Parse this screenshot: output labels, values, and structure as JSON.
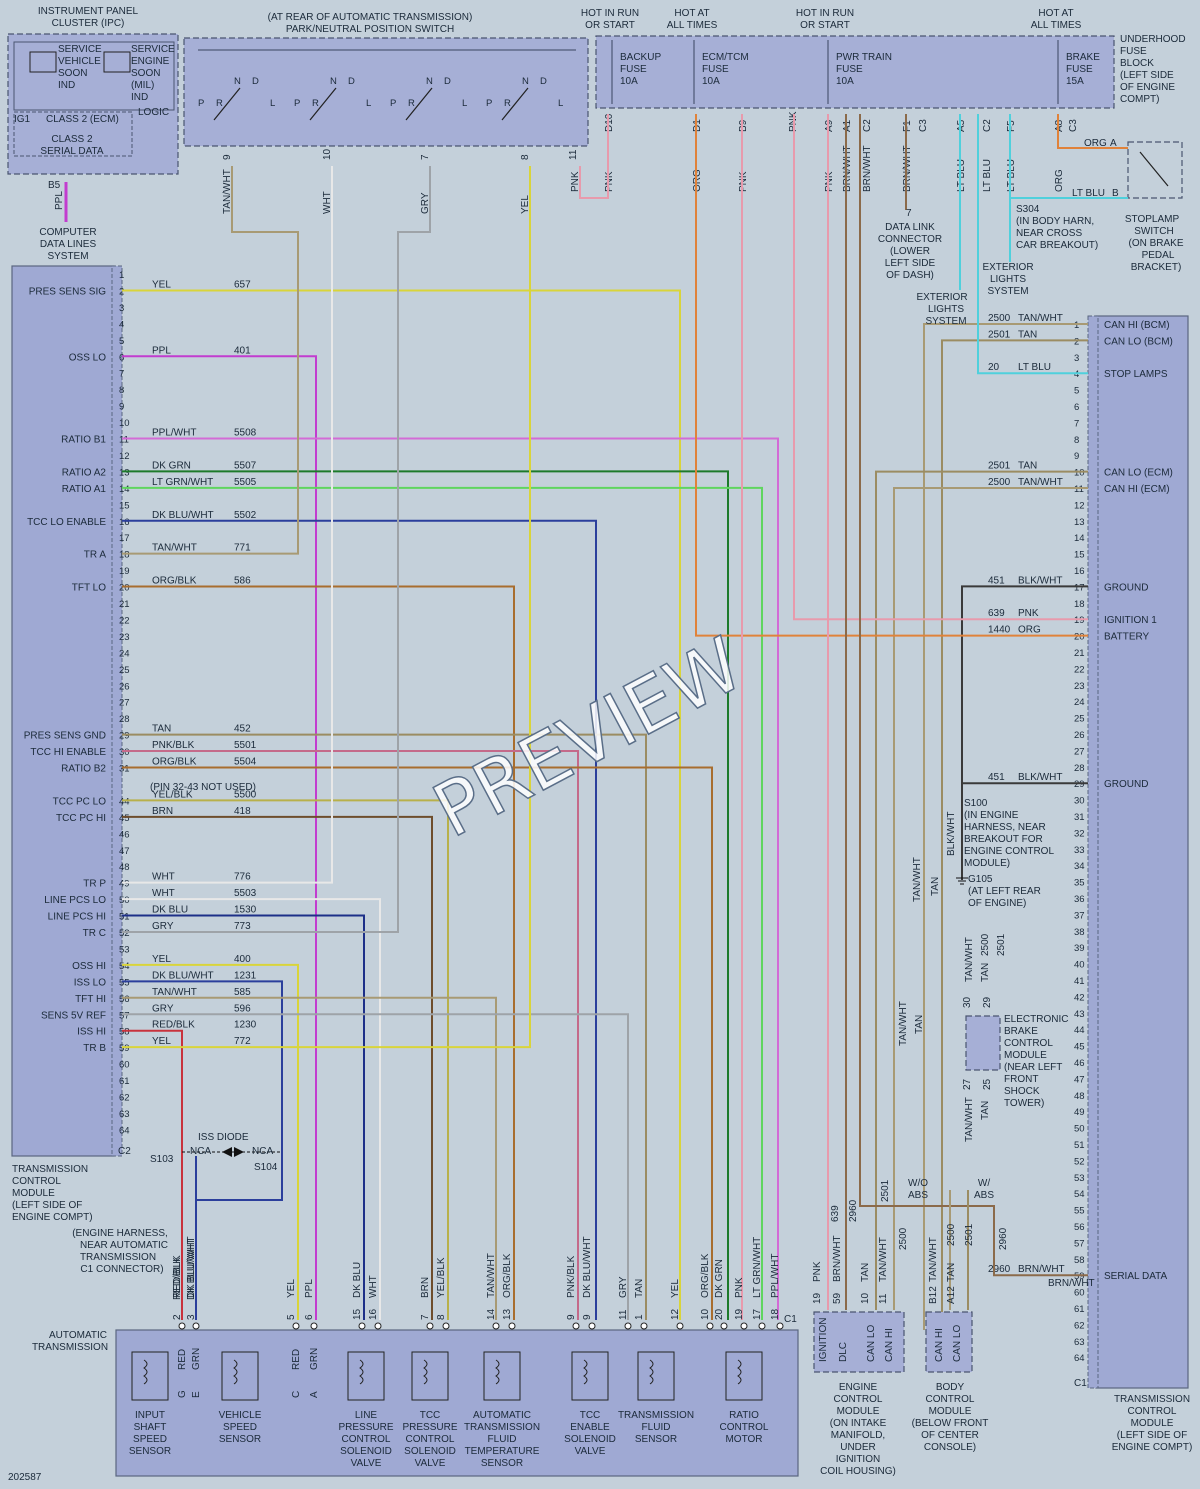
{
  "title": "202587",
  "colors": {
    "YEL": "#d9d43a",
    "PPL": "#c23ccf",
    "PPL/WHT": "#d36bd6",
    "DK GRN": "#1d7a2a",
    "LT GRN/WHT": "#5fd55f",
    "DK BLU/WHT": "#2b3f9c",
    "TAN/WHT": "#a89a74",
    "ORG/BLK": "#a86d2e",
    "TAN": "#9b8c62",
    "PNK/BLK": "#c46a8a",
    "ORG/BLK2": "#9e6a34",
    "YEL/BLK": "#b8b04a",
    "BRN": "#6e4d2c",
    "WHT": "#e8e8e8",
    "DK BLU": "#1d2f88",
    "GRY": "#9ea3a8",
    "RED/BLK": "#c8323c",
    "PNK": "#e89aac",
    "ORG": "#e0823a",
    "BRN/WHT": "#8b6a4a",
    "LT BLU": "#4fd0dc",
    "BLK/WHT": "#3a3a3a"
  },
  "headers": {
    "ipc": [
      "INSTRUMENT PANEL",
      "CLUSTER (IPC)"
    ],
    "ipc_service_vehicle": [
      "SERVICE",
      "VEHICLE",
      "SOON",
      "IND"
    ],
    "ipc_service_engine": [
      "SERVICE",
      "ENGINE",
      "SOON",
      "(MIL)",
      "IND"
    ],
    "ipc_logic": "LOGIC",
    "ipc_ig1": "IG1",
    "ipc_class2_ecm": "CLASS 2 (ECM)",
    "ipc_class2_serial": [
      "CLASS 2",
      "SERIAL DATA"
    ],
    "ipc_b5": "B5",
    "ipc_wire": "PPL",
    "computer_data": [
      "COMPUTER",
      "DATA LINES",
      "SYSTEM"
    ],
    "pnp": [
      "(AT REAR OF AUTOMATIC TRANSMISSION)",
      "PARK/NEUTRAL POSITION SWITCH"
    ],
    "hot_run_start_1": [
      "HOT IN RUN",
      "OR START"
    ],
    "hot_all_times_1": [
      "HOT AT",
      "ALL TIMES"
    ],
    "hot_run_start_2": [
      "HOT IN RUN",
      "OR START"
    ],
    "hot_all_times_2": [
      "HOT AT",
      "ALL TIMES"
    ],
    "fuse_backup": [
      "BACKUP",
      "FUSE",
      "10A"
    ],
    "fuse_ecmtcm": [
      "ECM/TCM",
      "FUSE",
      "10A"
    ],
    "fuse_pwrtrain": [
      "PWR TRAIN",
      "FUSE",
      "10A"
    ],
    "fuse_brake": [
      "BRAKE",
      "FUSE",
      "15A"
    ],
    "underhood": [
      "UNDERHOOD",
      "FUSE",
      "BLOCK",
      "(LEFT SIDE",
      "OF ENGINE",
      "COMPT)"
    ],
    "stoplamp": [
      "STOPLAMP",
      "SWITCH",
      "(ON BRAKE",
      "PEDAL",
      "BRACKET)"
    ],
    "s304": [
      "S304",
      "(IN BODY HARN,",
      "NEAR CROSS",
      "CAR BREAKOUT)"
    ],
    "dlc": [
      "DATA LINK",
      "CONNECTOR",
      "(LOWER",
      "LEFT SIDE",
      "OF DASH)"
    ],
    "ext_lights_1": [
      "EXTERIOR",
      "LIGHTS",
      "SYSTEM"
    ],
    "ext_lights_2": [
      "EXTERIOR",
      "LIGHTS",
      "SYSTEM"
    ],
    "s100": [
      "S100",
      "(IN ENGINE",
      "HARNESS, NEAR",
      "BREAKOUT FOR",
      "ENGINE CONTROL",
      "MODULE)"
    ],
    "g105": [
      "G105",
      "(AT LEFT REAR",
      "OF ENGINE)"
    ],
    "ebcm": [
      "ELECTRONIC",
      "BRAKE",
      "CONTROL",
      "MODULE",
      "(NEAR LEFT",
      "FRONT",
      "SHOCK",
      "TOWER)"
    ],
    "wo_abs": [
      "W/O",
      "ABS"
    ],
    "w_abs": [
      "W/",
      "ABS"
    ],
    "tcm_left": [
      "TRANSMISSION",
      "CONTROL",
      "MODULE",
      "(LEFT SIDE OF",
      "ENGINE COMPT)"
    ],
    "tcm_right": [
      "TRANSMISSION",
      "CONTROL",
      "MODULE",
      "(LEFT SIDE OF",
      "ENGINE COMPT)"
    ],
    "iss_diode": "ISS DIODE",
    "s103": "S103",
    "s104": "S104",
    "nca1": "NCA",
    "nca2": "NCA",
    "engine_harness": [
      "(ENGINE HARNESS,",
      "NEAR AUTOMATIC",
      "TRANSMISSION",
      "C1 CONNECTOR)"
    ],
    "auto_trans": [
      "AUTOMATIC",
      "TRANSMISSION"
    ],
    "ecm": [
      "ENGINE",
      "CONTROL",
      "MODULE",
      "(ON INTAKE",
      "MANIFOLD,",
      "UNDER",
      "IGNITION",
      "COIL HOUSING)"
    ],
    "bcm": [
      "BODY",
      "CONTROL",
      "MODULE",
      "(BELOW FRONT",
      "OF CENTER",
      "CONSOLE)"
    ],
    "pin_note": "(PIN 32-43 NOT USED)",
    "c1": "C1",
    "c2": "C2",
    "c3": "C3"
  },
  "components": [
    {
      "name": [
        "INPUT",
        "SHAFT",
        "SPEED",
        "SENSOR"
      ]
    },
    {
      "name": [
        "VEHICLE",
        "SPEED",
        "SENSOR"
      ]
    },
    {
      "name": [
        "LINE",
        "PRESSURE",
        "CONTROL",
        "SOLENOID",
        "VALVE"
      ]
    },
    {
      "name": [
        "TCC",
        "PRESSURE",
        "CONTROL",
        "SOLENOID",
        "VALVE"
      ]
    },
    {
      "name": [
        "AUTOMATIC",
        "TRANSMISSION",
        "FLUID",
        "TEMPERATURE",
        "SENSOR"
      ]
    },
    {
      "name": [
        "TCC",
        "ENABLE",
        "SOLENOID",
        "VALVE"
      ]
    },
    {
      "name": [
        "TRANSMISSION",
        "FLUID",
        "SENSOR"
      ]
    },
    {
      "name": [
        "RATIO",
        "CONTROL",
        "MOTOR"
      ]
    }
  ],
  "left_labels": [
    {
      "pin": 2,
      "label": "PRES SENS SIG",
      "wire": "YEL",
      "circ": "657"
    },
    {
      "pin": 6,
      "label": "OSS LO",
      "wire": "PPL",
      "circ": "401"
    },
    {
      "pin": 11,
      "label": "RATIO B1",
      "wire": "PPL/WHT",
      "circ": "5508"
    },
    {
      "pin": 13,
      "label": "RATIO A2",
      "wire": "DK GRN",
      "circ": "5507"
    },
    {
      "pin": 14,
      "label": "RATIO A1",
      "wire": "LT GRN/WHT",
      "circ": "5505"
    },
    {
      "pin": 16,
      "label": "TCC LO ENABLE",
      "wire": "DK BLU/WHT",
      "circ": "5502"
    },
    {
      "pin": 18,
      "label": "TR A",
      "wire": "TAN/WHT",
      "circ": "771"
    },
    {
      "pin": 20,
      "label": "TFT LO",
      "wire": "ORG/BLK",
      "circ": "586"
    },
    {
      "pin": 29,
      "label": "PRES SENS GND",
      "wire": "TAN",
      "circ": "452"
    },
    {
      "pin": 30,
      "label": "TCC HI ENABLE",
      "wire": "PNK/BLK",
      "circ": "5501"
    },
    {
      "pin": 31,
      "label": "RATIO B2",
      "wire": "ORG/BLK",
      "circ": "5504"
    },
    {
      "pin": 44,
      "label": "TCC PC LO",
      "wire": "YEL/BLK",
      "circ": "5500"
    },
    {
      "pin": 45,
      "label": "TCC PC HI",
      "wire": "BRN",
      "circ": "418"
    },
    {
      "pin": 49,
      "label": "TR P",
      "wire": "WHT",
      "circ": "776"
    },
    {
      "pin": 50,
      "label": "LINE PCS LO",
      "wire": "WHT",
      "circ": "5503"
    },
    {
      "pin": 51,
      "label": "LINE PCS HI",
      "wire": "DK BLU",
      "circ": "1530"
    },
    {
      "pin": 52,
      "label": "TR C",
      "wire": "GRY",
      "circ": "773"
    },
    {
      "pin": 54,
      "label": "OSS HI",
      "wire": "YEL",
      "circ": "400"
    },
    {
      "pin": 55,
      "label": "ISS LO",
      "wire": "DK BLU/WHT",
      "circ": "1231"
    },
    {
      "pin": 56,
      "label": "TFT HI",
      "wire": "TAN/WHT",
      "circ": "585"
    },
    {
      "pin": 57,
      "label": "SENS 5V REF",
      "wire": "GRY",
      "circ": "596"
    },
    {
      "pin": 58,
      "label": "ISS HI",
      "wire": "RED/BLK",
      "circ": "1230"
    },
    {
      "pin": 59,
      "label": "TR B",
      "wire": "YEL",
      "circ": "772"
    }
  ],
  "right_labels": [
    {
      "pin": 1,
      "label": "CAN HI (BCM)",
      "wire": "TAN/WHT",
      "circ": "2500"
    },
    {
      "pin": 2,
      "label": "CAN LO (BCM)",
      "wire": "TAN",
      "circ": "2501"
    },
    {
      "pin": 4,
      "label": "STOP LAMPS",
      "wire": "LT BLU",
      "circ": "20"
    },
    {
      "pin": 10,
      "label": "CAN LO (ECM)",
      "wire": "TAN",
      "circ": "2501"
    },
    {
      "pin": 11,
      "label": "CAN HI (ECM)",
      "wire": "TAN/WHT",
      "circ": "2500"
    },
    {
      "pin": 17,
      "label": "GROUND",
      "wire": "BLK/WHT",
      "circ": "451"
    },
    {
      "pin": 19,
      "label": "IGNITION 1",
      "wire": "PNK",
      "circ": "639"
    },
    {
      "pin": 20,
      "label": "BATTERY",
      "wire": "ORG",
      "circ": "1440"
    },
    {
      "pin": 29,
      "label": "GROUND",
      "wire": "BLK/WHT",
      "circ": "451"
    },
    {
      "pin": 59,
      "label": "SERIAL DATA",
      "wire": "BRN/WHT",
      "circ": "2960"
    }
  ],
  "pnp_pins": [
    {
      "pin": "9",
      "wire": "TAN/WHT"
    },
    {
      "pin": "10",
      "wire": "WHT"
    },
    {
      "pin": "7",
      "wire": "GRY"
    },
    {
      "pin": "8",
      "wire": "YEL"
    }
  ],
  "top_pins": [
    {
      "pin": "D10",
      "wire": "PNK"
    },
    {
      "pin": "D1",
      "wire": "ORG"
    },
    {
      "pin": "B9",
      "wire": "PNK"
    },
    {
      "pin": "PNK",
      "wire": ""
    },
    {
      "pin": "A9",
      "wire": "PNK"
    },
    {
      "pin": "A1",
      "wire": "BRN/WHT"
    },
    {
      "pin": "C2",
      "wire": "BRN/WHT"
    },
    {
      "pin": "F1",
      "wire": "BRN/WHT"
    },
    {
      "pin": "C3",
      "wire": ""
    },
    {
      "pin": "A5",
      "wire": "LT BLU"
    },
    {
      "pin": "C2",
      "wire": "LT BLU"
    },
    {
      "pin": "F5",
      "wire": "LT BLU"
    },
    {
      "pin": "A8",
      "wire": "ORG"
    },
    {
      "pin": "C3",
      "wire": ""
    }
  ],
  "bottom_pins": [
    {
      "pin": "2",
      "wire": "RED/BLK"
    },
    {
      "pin": "3",
      "wire": "DK BLU/WHT"
    },
    {
      "pin": "5",
      "wire": "YEL"
    },
    {
      "pin": "6",
      "wire": "PPL"
    },
    {
      "pin": "15",
      "wire": "DK BLU"
    },
    {
      "pin": "16",
      "wire": "WHT"
    },
    {
      "pin": "7",
      "wire": "BRN"
    },
    {
      "pin": "8",
      "wire": "YEL/BLK"
    },
    {
      "pin": "14",
      "wire": "TAN/WHT"
    },
    {
      "pin": "13",
      "wire": "ORG/BLK"
    },
    {
      "pin": "9",
      "wire": "PNK/BLK"
    },
    {
      "pin": "9",
      "wire": "DK BLU/WHT"
    },
    {
      "pin": "11",
      "wire": "GRY"
    },
    {
      "pin": "1",
      "wire": "TAN"
    },
    {
      "pin": "12",
      "wire": "YEL"
    },
    {
      "pin": "10",
      "wire": "ORG/BLK"
    },
    {
      "pin": "20",
      "wire": "DK GRN"
    },
    {
      "pin": "19",
      "wire": "PNK"
    },
    {
      "pin": "17",
      "wire": "LT GRN/WHT"
    },
    {
      "pin": "18",
      "wire": "PPL/WHT"
    }
  ],
  "ecm_pins": [
    {
      "pin": "19",
      "wire": "PNK"
    },
    {
      "pin": "59",
      "wire": "BRN/WHT"
    },
    {
      "pin": "10",
      "wire": "TAN"
    },
    {
      "pin": "11",
      "wire": "TAN/WHT"
    }
  ],
  "ecm_inner": [
    "IGNITION",
    "DLC",
    "CAN LO",
    "CAN HI"
  ],
  "bcm_pins": [
    {
      "pin": "B12",
      "wire": "TAN/WHT"
    },
    {
      "pin": "A12",
      "wire": "TAN"
    }
  ],
  "bcm_inner": [
    "CAN HI",
    "CAN LO"
  ],
  "misc_text": {
    "pnk_11": "PNK",
    "pin_11": "11",
    "ecm_639": "639",
    "ecm_2960": "2960",
    "ecm_2501": "2501",
    "ecm_2500": "2500",
    "bcm_2500": "2500",
    "bcm_2501": "2501",
    "bcm_2960": "2960",
    "ebcm_30": "30",
    "ebcm_29": "29",
    "ebcm_27": "27",
    "ebcm_25": "25",
    "ebcm_w1": "TAN/WHT",
    "ebcm_w2": "TAN",
    "ebcm_w3": "2500",
    "ebcm_w4": "2501",
    "ebcm_w5": "TAN/WHT",
    "ebcm_w6": "TAN",
    "wo_w1": "TAN/WHT",
    "wo_w2": "TAN",
    "s100_wire": "BLK/WHT",
    "dlc_pin": "7",
    "stop_org": "ORG",
    "stop_a": "A",
    "stop_ltblu": "LT BLU",
    "stop_b": "B",
    "wire_tanwht_v": "TAN/WHT",
    "wire_tan_v": "TAN",
    "brnwht_59": "BRN/WHT",
    "preview": "PREVIEW",
    "s103_wire1": "RED/BLK",
    "s103_wire2": "DK BLU/WHT",
    "iss_g": "G",
    "iss_e": "E",
    "iss_red": "RED",
    "iss_grn": "GRN",
    "vss_c": "C",
    "vss_a": "A",
    "vss_red": "RED",
    "vss_grn": "GRN"
  }
}
